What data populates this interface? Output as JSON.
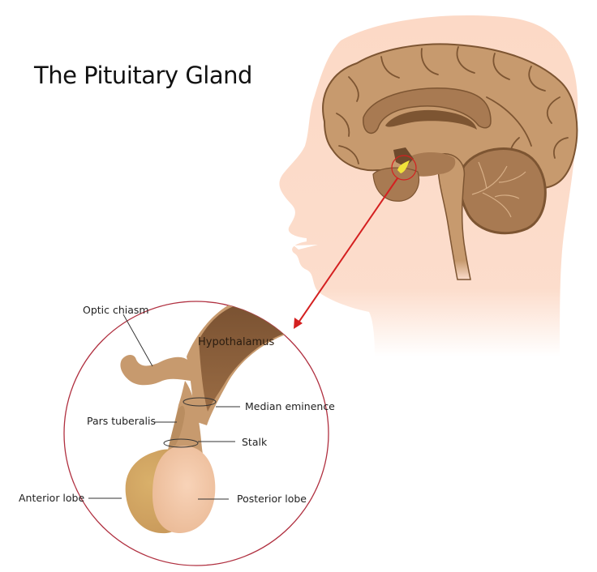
{
  "title": "The Pituitary Gland",
  "colors": {
    "skin": "#fcd9c6",
    "brain": "#c79a6e",
    "brain_dark": "#7d5532",
    "brain_mid": "#a87a52",
    "gland": "#f0d44a",
    "pointer": "#d42020",
    "magnifier_ring": "#b03040",
    "anterior_lobe": "#d1a763",
    "posterior_lobe": "#f3c7a9",
    "hypothalamus": "#8a5e38"
  },
  "labels": {
    "optic_chiasm": "Optic chiasm",
    "hypothalamus": "Hypothalamus",
    "median_eminence": "Median eminence",
    "pars_tuberalis": "Pars tuberalis",
    "stalk": "Stalk",
    "anterior_lobe": "Anterior lobe",
    "posterior_lobe": "Posterior lobe"
  }
}
